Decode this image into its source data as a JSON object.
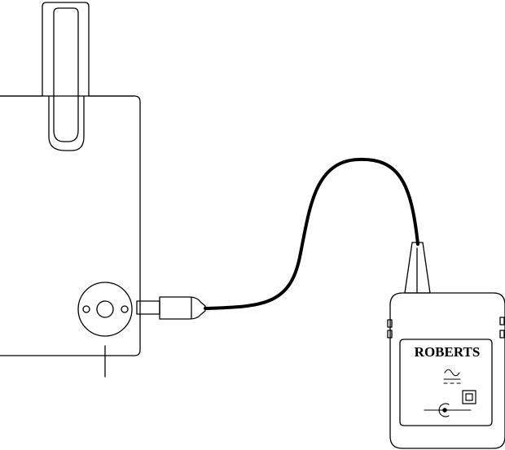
{
  "adapter": {
    "brand": "ROBERTS"
  },
  "colors": {
    "line": "#000000",
    "background": "#ffffff"
  },
  "icons": {
    "ac_symbol": "alternating-current-symbol",
    "dc_symbol": "direct-current-symbol",
    "double_insulation": "double-insulation-class-ii-icon",
    "dc_polarity": "dc-plug-polarity-icon"
  }
}
